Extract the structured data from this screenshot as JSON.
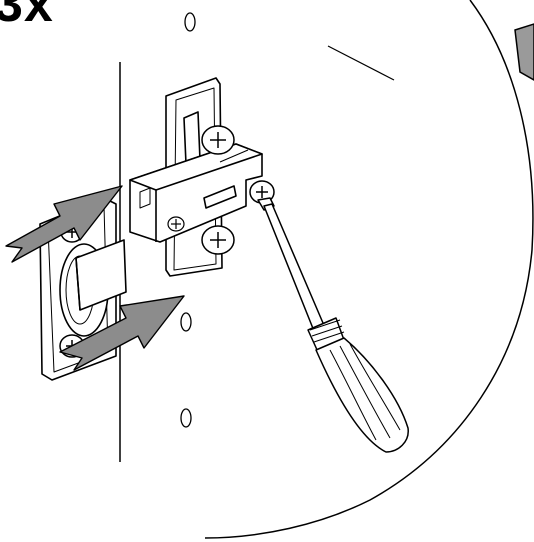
{
  "illustration": {
    "quantity_label": "3x",
    "subject": "cabinet-hinge-adjustment",
    "tool": "flathead-screwdriver",
    "arrow_count": 2,
    "line_color": "#000000",
    "arrow_fill": "#8c8c8c",
    "background": "#ffffff"
  }
}
